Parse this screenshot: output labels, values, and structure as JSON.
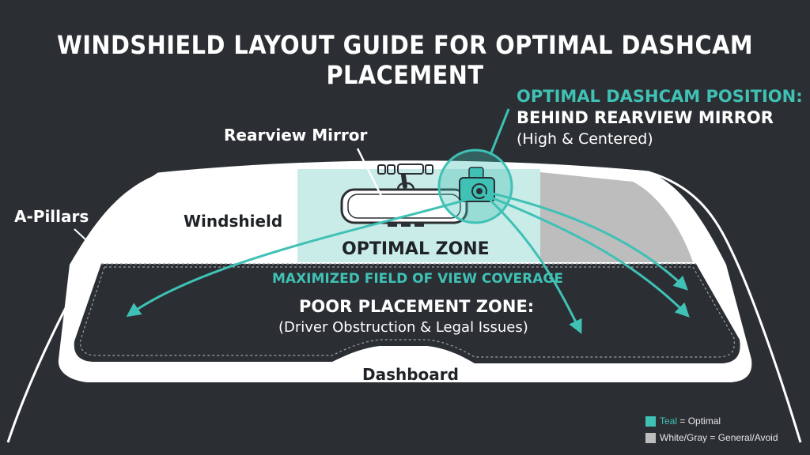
{
  "title": "WINDSHIELD LAYOUT GUIDE FOR OPTIMAL DASHCAM PLACEMENT",
  "labels": {
    "rearview_mirror": "Rearview Mirror",
    "a_pillars": "A-Pillars",
    "windshield": "Windshield",
    "optimal_zone": "OPTIMAL ZONE",
    "fov_coverage": "MAXIMIZED FIELD OF VIEW COVERAGE",
    "poor_zone_title": "POOR PLACEMENT ZONE:",
    "poor_zone_sub": "(Driver Obstruction & Legal Issues)",
    "dashboard": "Dashboard"
  },
  "callout": {
    "line1": "OPTIMAL DASHCAM POSITION:",
    "line2": "BEHIND REARVIEW MIRROR",
    "line3": "(High & Centered)"
  },
  "legend": {
    "teal_word": "Teal",
    "teal_rest": " = Optimal",
    "gray_word": "White/Gray",
    "gray_rest": " = General/Avoid"
  },
  "colors": {
    "background": "#2b2f33",
    "teal": "#3fc1b5",
    "optimal_zone_fill": "#c9ece8",
    "avoid_gray": "#bdbdbd",
    "white": "#ffffff"
  },
  "icons": [
    "dashcam-icon",
    "rearview-mirror-icon",
    "arrow-icon"
  ]
}
